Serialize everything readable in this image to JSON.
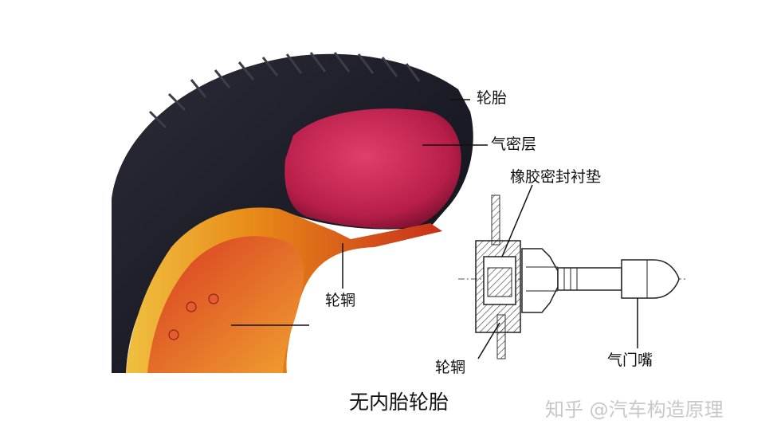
{
  "labels": {
    "tire": "轮胎",
    "airtight_layer": "气密层",
    "rubber_gasket": "橡胶密封衬垫",
    "rim_main": "轮辋",
    "rim_valve": "轮辋",
    "valve_stem": "气门嘴"
  },
  "caption": "无内胎轮胎",
  "watermark": "知乎 @汽车构造原理",
  "colors": {
    "tire": "#1e1e28",
    "inner_layer": "#b81e4a",
    "rim": "#e8a020"
  }
}
